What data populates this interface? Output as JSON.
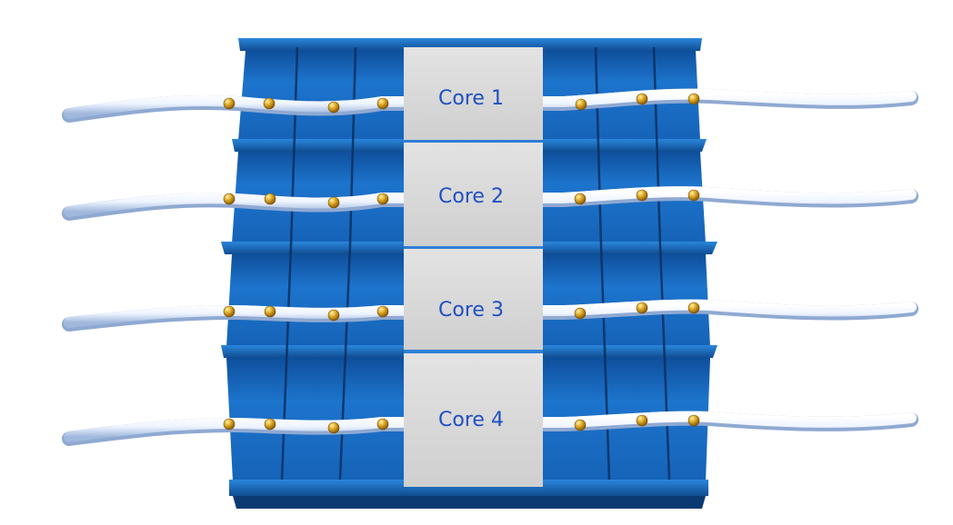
{
  "cores": [
    {
      "label": "Core 1"
    },
    {
      "label": "Core 2"
    },
    {
      "label": "Core 3"
    },
    {
      "label": "Core 4"
    }
  ],
  "colors": {
    "frame_blue": "#1565c0",
    "frame_dark": "#0d3f7a",
    "frame_light": "#2e8be0",
    "core_gray": "#d8d8d8",
    "label_blue": "#1f4fc2",
    "fiber_white": "#f4f8ff",
    "bead_gold": "#d9a520"
  },
  "icons": {
    "bead": "gold-sphere",
    "fiber": "white-fiber-strand"
  }
}
